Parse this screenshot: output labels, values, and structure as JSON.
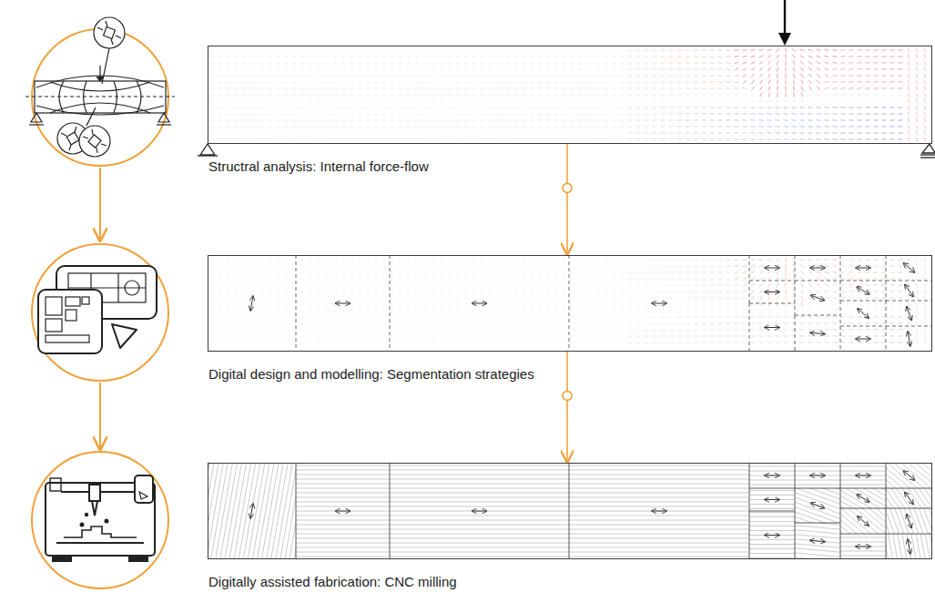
{
  "diagram": {
    "nodes": [
      {
        "text": [
          "Structral analysis: Internal force-flow"
        ]
      },
      {
        "text": [
          "Digital design and modelling: Segmentation strategies"
        ]
      },
      {
        "text": [
          "Digitally assisted fabrication: CNC milling"
        ]
      }
    ],
    "edges": [
      {
        "from": 0,
        "to": 1,
        "arrow": "to"
      },
      {
        "from": 1,
        "to": 2,
        "arrow": "to"
      }
    ]
  }
}
